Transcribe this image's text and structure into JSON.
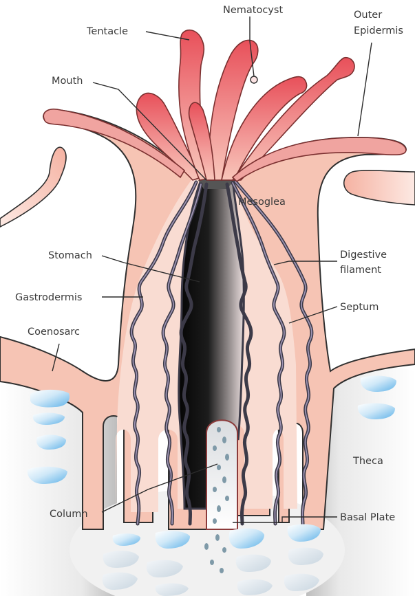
{
  "diagram": {
    "labels": {
      "nematocyst": "Nematocyst",
      "tentacle": "Tentacle",
      "outer_epidermis_1": "Outer",
      "outer_epidermis_2": "Epidermis",
      "mouth": "Mouth",
      "mesoglea": "Mesoglea",
      "stomach": "Stomach",
      "digestive_filament_1": "Digestive",
      "digestive_filament_2": "filament",
      "gastrodermis": "Gastrodermis",
      "septum": "Septum",
      "coenosarc": "Coenosarc",
      "theca": "Theca",
      "column": "Column",
      "basal_plate": "Basal Plate"
    },
    "colors": {
      "tissue": "#f6c4b4",
      "tentacle_tip": "#e8505a",
      "tentacle_base": "#f7b8b0",
      "skeleton_gray": "#d3d3d3",
      "crystal_blue": "#6ab7e8",
      "stomach_dark": "#111111",
      "outline": "#2f2f2f"
    }
  }
}
